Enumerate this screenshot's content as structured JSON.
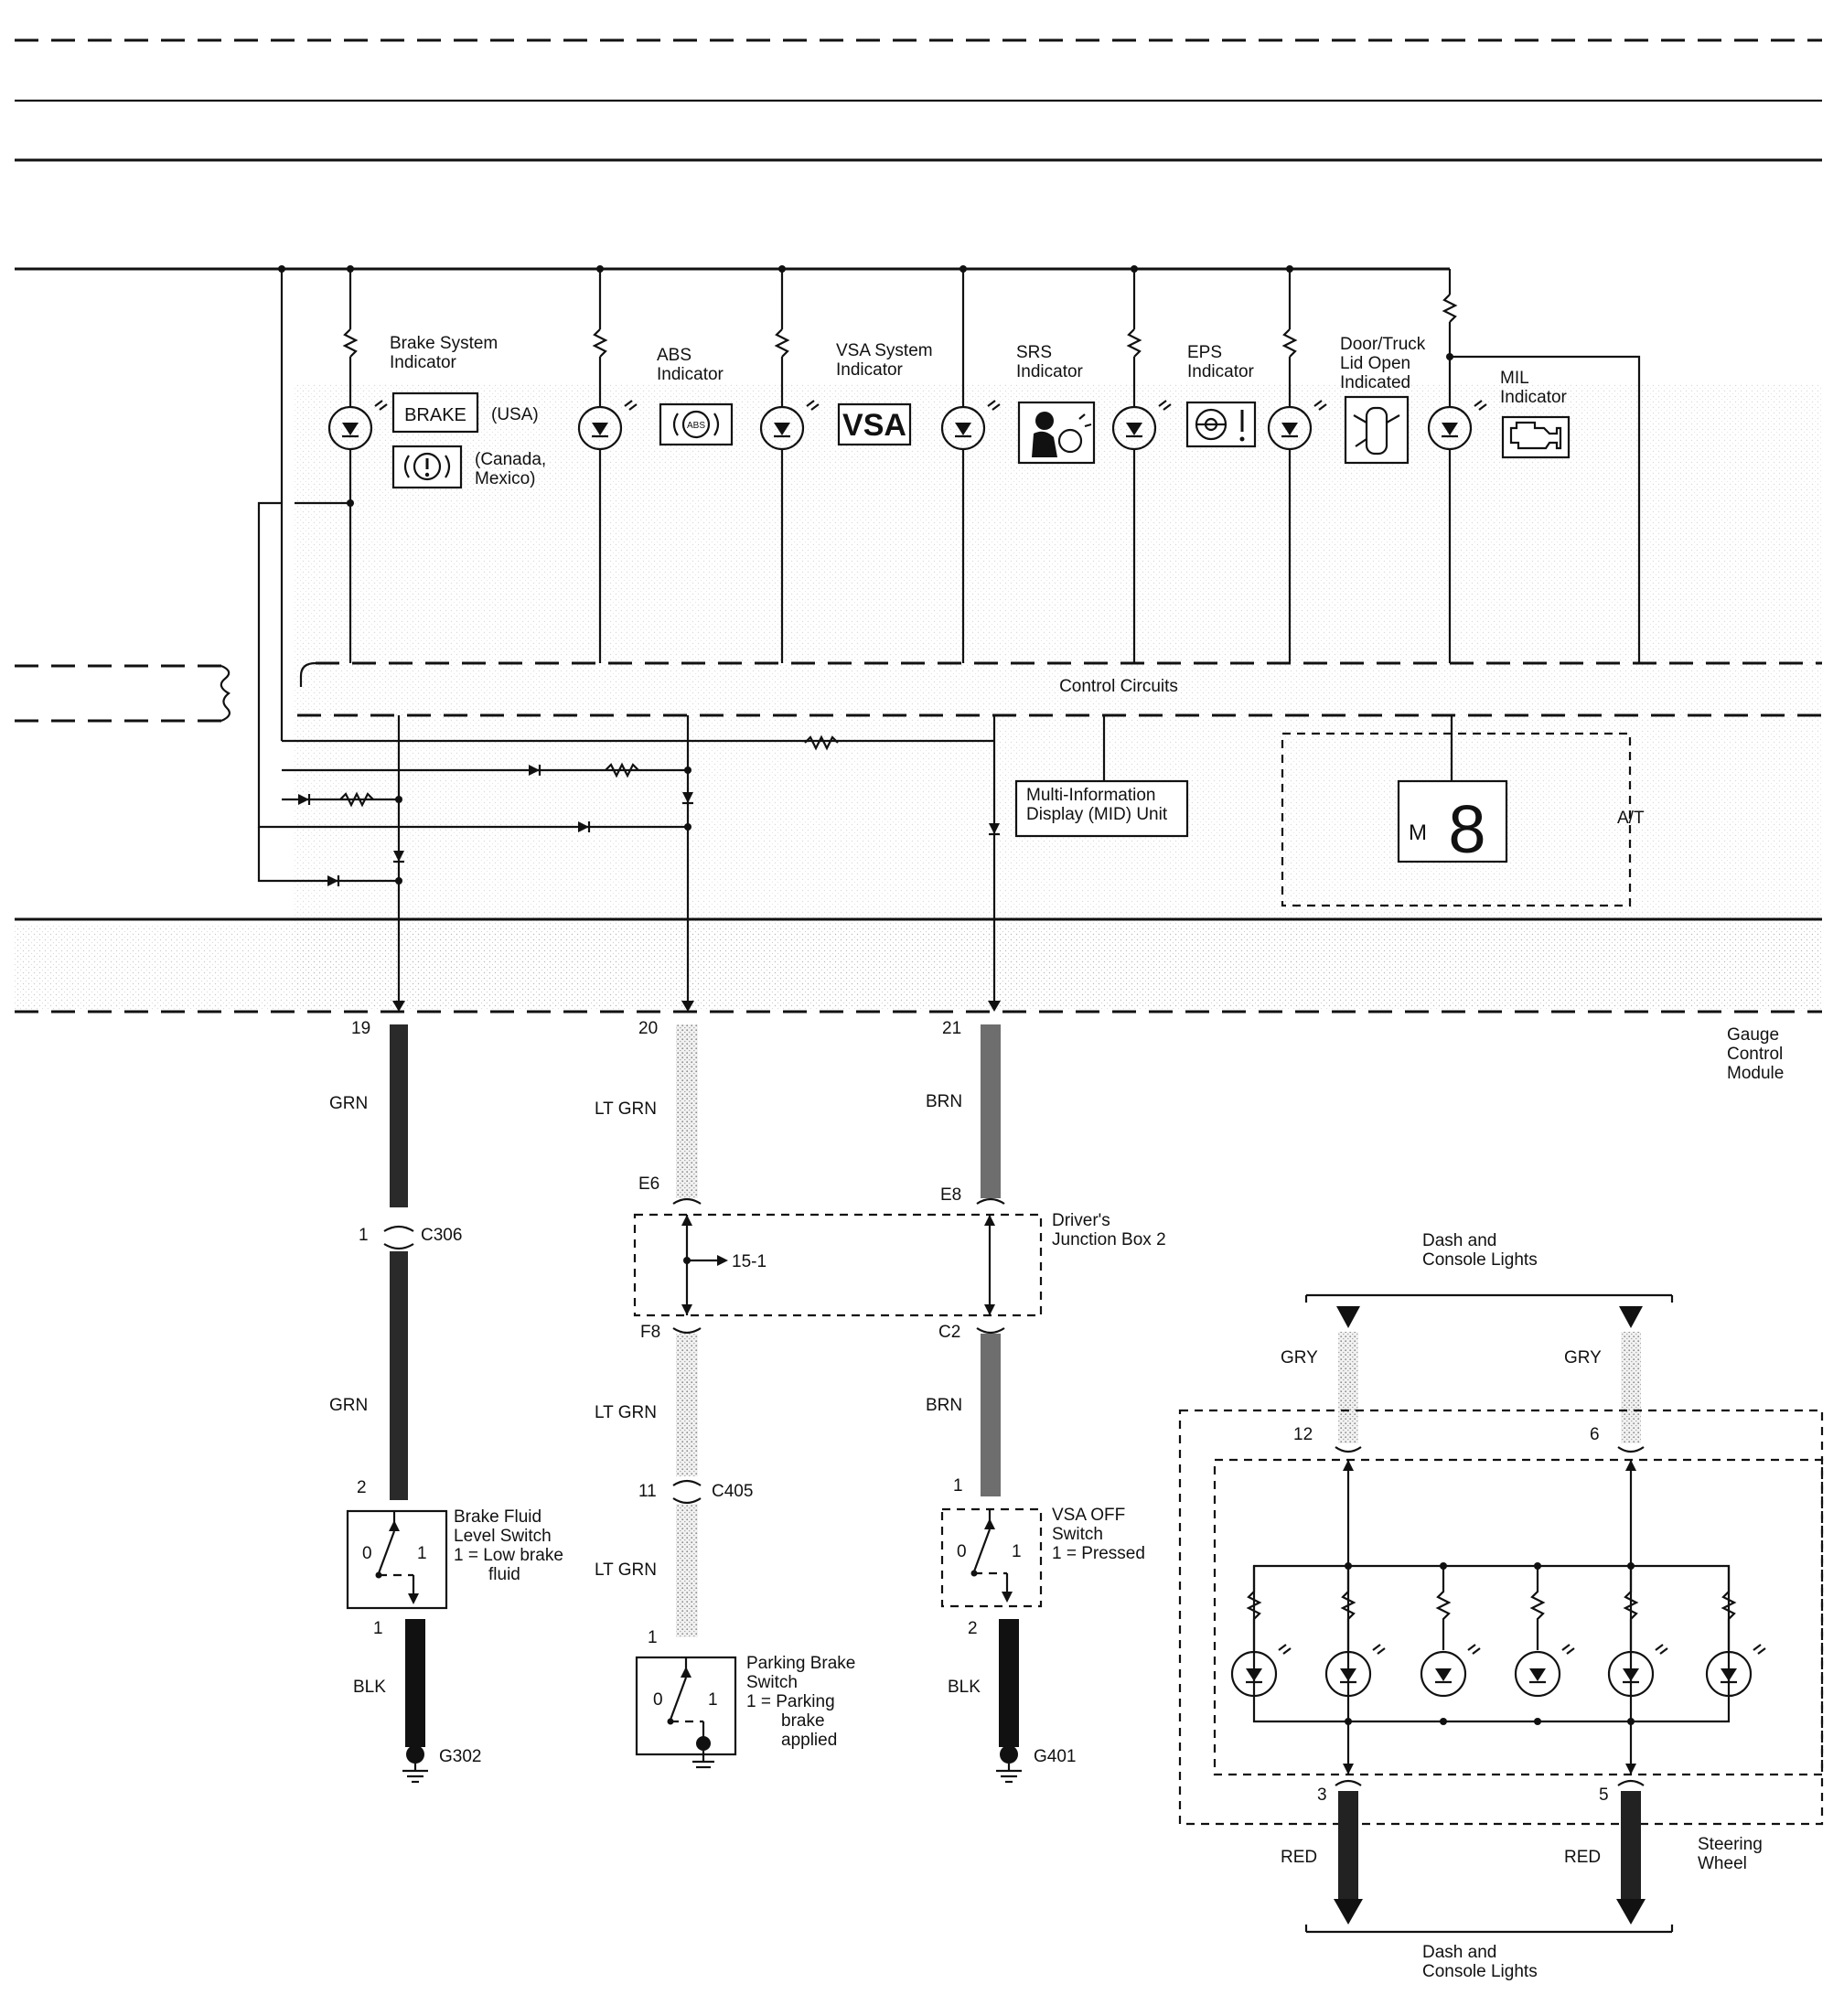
{
  "indicators": {
    "brake": {
      "label1": "Brake System",
      "label2": "Indicator",
      "brake_text": "BRAKE",
      "usa": "(USA)",
      "canada1": "(Canada,",
      "canada2": "Mexico)"
    },
    "abs": {
      "label1": "ABS",
      "label2": "Indicator",
      "symbol": "ABS"
    },
    "vsa": {
      "label1": "VSA System",
      "label2": "Indicator",
      "symbol": "VSA"
    },
    "srs": {
      "label1": "SRS",
      "label2": "Indicator"
    },
    "eps": {
      "label1": "EPS",
      "label2": "Indicator"
    },
    "door": {
      "label1": "Door/Truck",
      "label2": "Lid Open",
      "label3": "Indicated"
    },
    "mil": {
      "label1": "MIL",
      "label2": "Indicator"
    }
  },
  "module": {
    "control_circuits": "Control Circuits",
    "mid1": "Multi-Information",
    "mid2": "Display (MID) Unit",
    "gear_m": "M",
    "gear_digit": "8",
    "at": "A/T",
    "gcm1": "Gauge",
    "gcm2": "Control",
    "gcm3": "Module"
  },
  "circuits": {
    "brake_fluid": {
      "pin_top": "19",
      "wire1": "GRN",
      "conn_pin": "1",
      "conn": "C306",
      "wire2": "GRN",
      "switch_pin_top": "2",
      "sw_name1": "Brake Fluid",
      "sw_name2": "Level Switch",
      "sw_desc1": "1 = Low brake",
      "sw_desc2": "fluid",
      "pos0": "0",
      "pos1": "1",
      "switch_pin_bot": "1",
      "wire3": "BLK",
      "ground": "G302"
    },
    "parking_brake": {
      "pin_top": "20",
      "wire1": "LT GRN",
      "jb_top": "E6",
      "jb_bot": "F8",
      "jb_ref": "15-1",
      "wire2": "LT GRN",
      "conn_pin": "11",
      "conn": "C405",
      "wire3": "LT GRN",
      "switch_pin": "1",
      "sw_name1": "Parking Brake",
      "sw_name2": "Switch",
      "sw_desc1": "1 = Parking",
      "sw_desc2": "brake",
      "sw_desc3": "applied",
      "pos0": "0",
      "pos1": "1"
    },
    "vsa_off": {
      "pin_top": "21",
      "wire1": "BRN",
      "jb_top": "E8",
      "jb_bot": "C2",
      "wire2": "BRN",
      "switch_pin_top": "1",
      "sw_name1": "VSA OFF",
      "sw_name2": "Switch",
      "sw_desc1": "1 = Pressed",
      "pos0": "0",
      "pos1": "1",
      "switch_pin_bot": "2",
      "wire3": "BLK",
      "ground": "G401"
    }
  },
  "junction_box": {
    "label1": "Driver's",
    "label2": "Junction Box 2"
  },
  "steering": {
    "top_label1": "Dash and",
    "top_label2": "Console Lights",
    "left_wire_top": "GRY",
    "right_wire_top": "GRY",
    "pin_left_top": "12",
    "pin_right_top": "6",
    "pin_left_bot": "3",
    "pin_right_bot": "5",
    "left_wire_bot": "RED",
    "right_wire_bot": "RED",
    "name1": "Steering",
    "name2": "Wheel",
    "bot_label1": "Dash and",
    "bot_label2": "Console Lights"
  }
}
